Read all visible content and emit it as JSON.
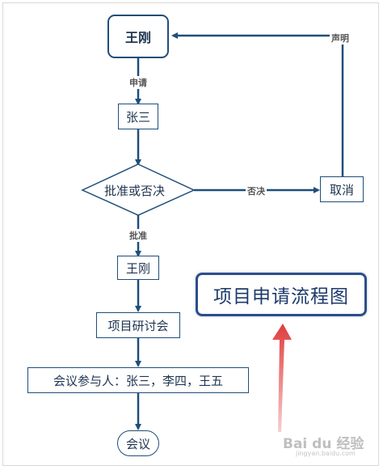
{
  "diagram": {
    "nodes": {
      "start": "王刚",
      "zhangsan": "张三",
      "decision": "批准或否决",
      "cancel": "取消",
      "wanggang2": "王刚",
      "discussion": "项目研讨会",
      "participants": "会议参与人：张三，李四，王五",
      "meeting": "会议"
    },
    "edge_labels": {
      "apply": "申请",
      "approve": "批准",
      "reject": "否决",
      "declare": "声明"
    },
    "title": "项目申请流程图",
    "colors": {
      "node_border": "#1f4e7a",
      "arrow": "#1f4e7a",
      "title_border": "#2c4f8c",
      "pointer_arrow": "#e03c3c"
    }
  },
  "watermark": {
    "logo_text": "Bai du 经验",
    "url": "jingyan.baidu.com"
  }
}
